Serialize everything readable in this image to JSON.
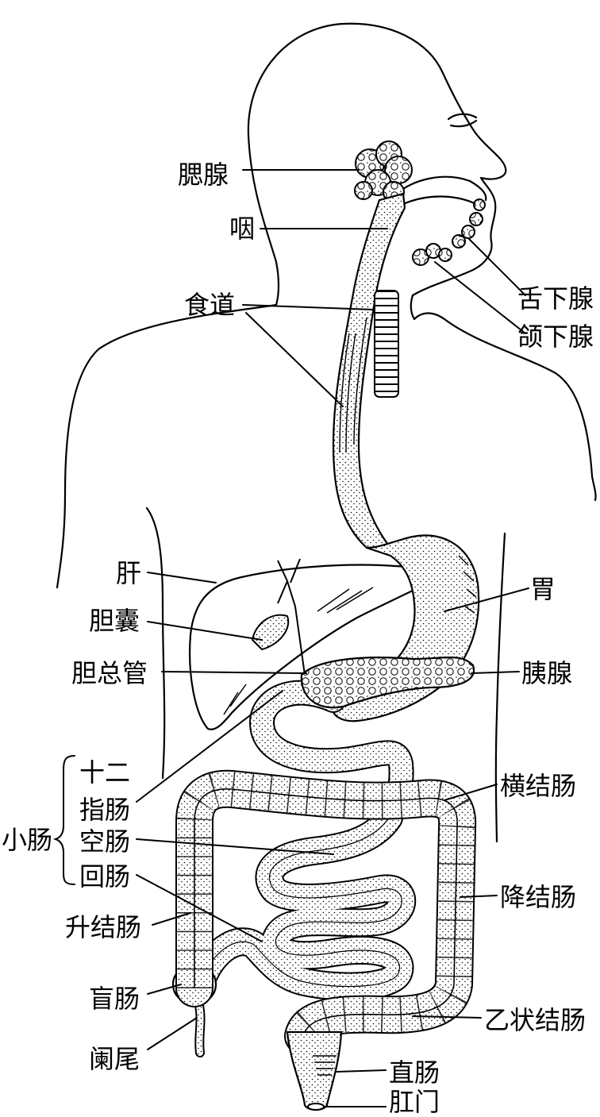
{
  "labels": {
    "parotid_gland": "腮腺",
    "pharynx": "咽",
    "esophagus": "食道",
    "sublingual_gland": "舌下腺",
    "submandibular_gland": "颌下腺",
    "liver": "肝",
    "gallbladder": "胆囊",
    "common_bile_duct": "胆总管",
    "stomach": "胃",
    "pancreas": "胰腺",
    "duodenum_line1": "十二",
    "duodenum_line2": "指肠",
    "small_intestine": "小肠",
    "jejunum": "空肠",
    "ileum": "回肠",
    "transverse_colon": "横结肠",
    "descending_colon": "降结肠",
    "ascending_colon": "升结肠",
    "cecum": "盲肠",
    "sigmoid_colon": "乙状结肠",
    "appendix": "阑尾",
    "rectum": "直肠",
    "anus": "肛门"
  }
}
